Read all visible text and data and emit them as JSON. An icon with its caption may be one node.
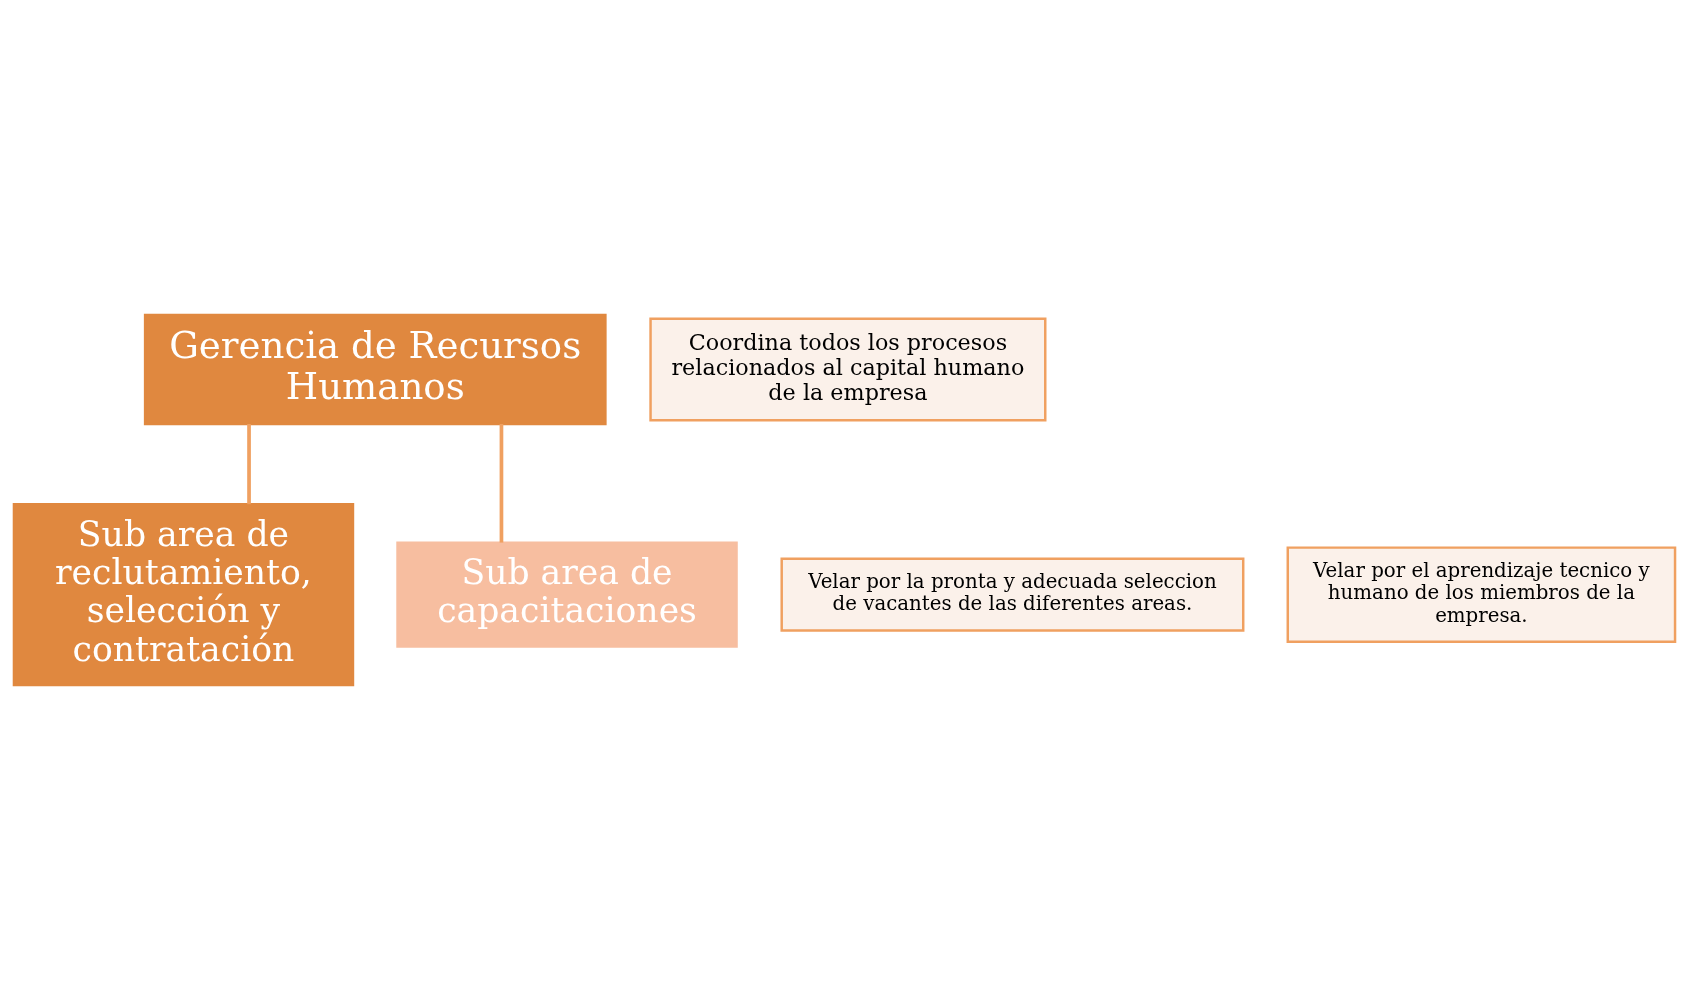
{
  "diagram": {
    "nodes": [
      {
        "text": [
          "Gerencia de Recursos Humanos"
        ]
      },
      {
        "text": [
          "Coordina todos los procesos relacionados al capital humano de la empresa"
        ]
      },
      {
        "text": [
          "Sub area de reclutamiento, selección y contratación"
        ]
      },
      {
        "text": [
          "Velar por la pronta y adecuada seleccion de vacantes de las diferentes areas."
        ]
      },
      {
        "text": [
          "Sub area de capacitaciones"
        ]
      },
      {
        "text": [
          "Velar por el aprendizaje tecnico y humano de los miembros de la empresa."
        ]
      }
    ],
    "edges": [
      {
        "from": 0,
        "to": 2,
        "arrow": "none"
      },
      {
        "from": 0,
        "to": 4,
        "arrow": "none"
      }
    ]
  }
}
